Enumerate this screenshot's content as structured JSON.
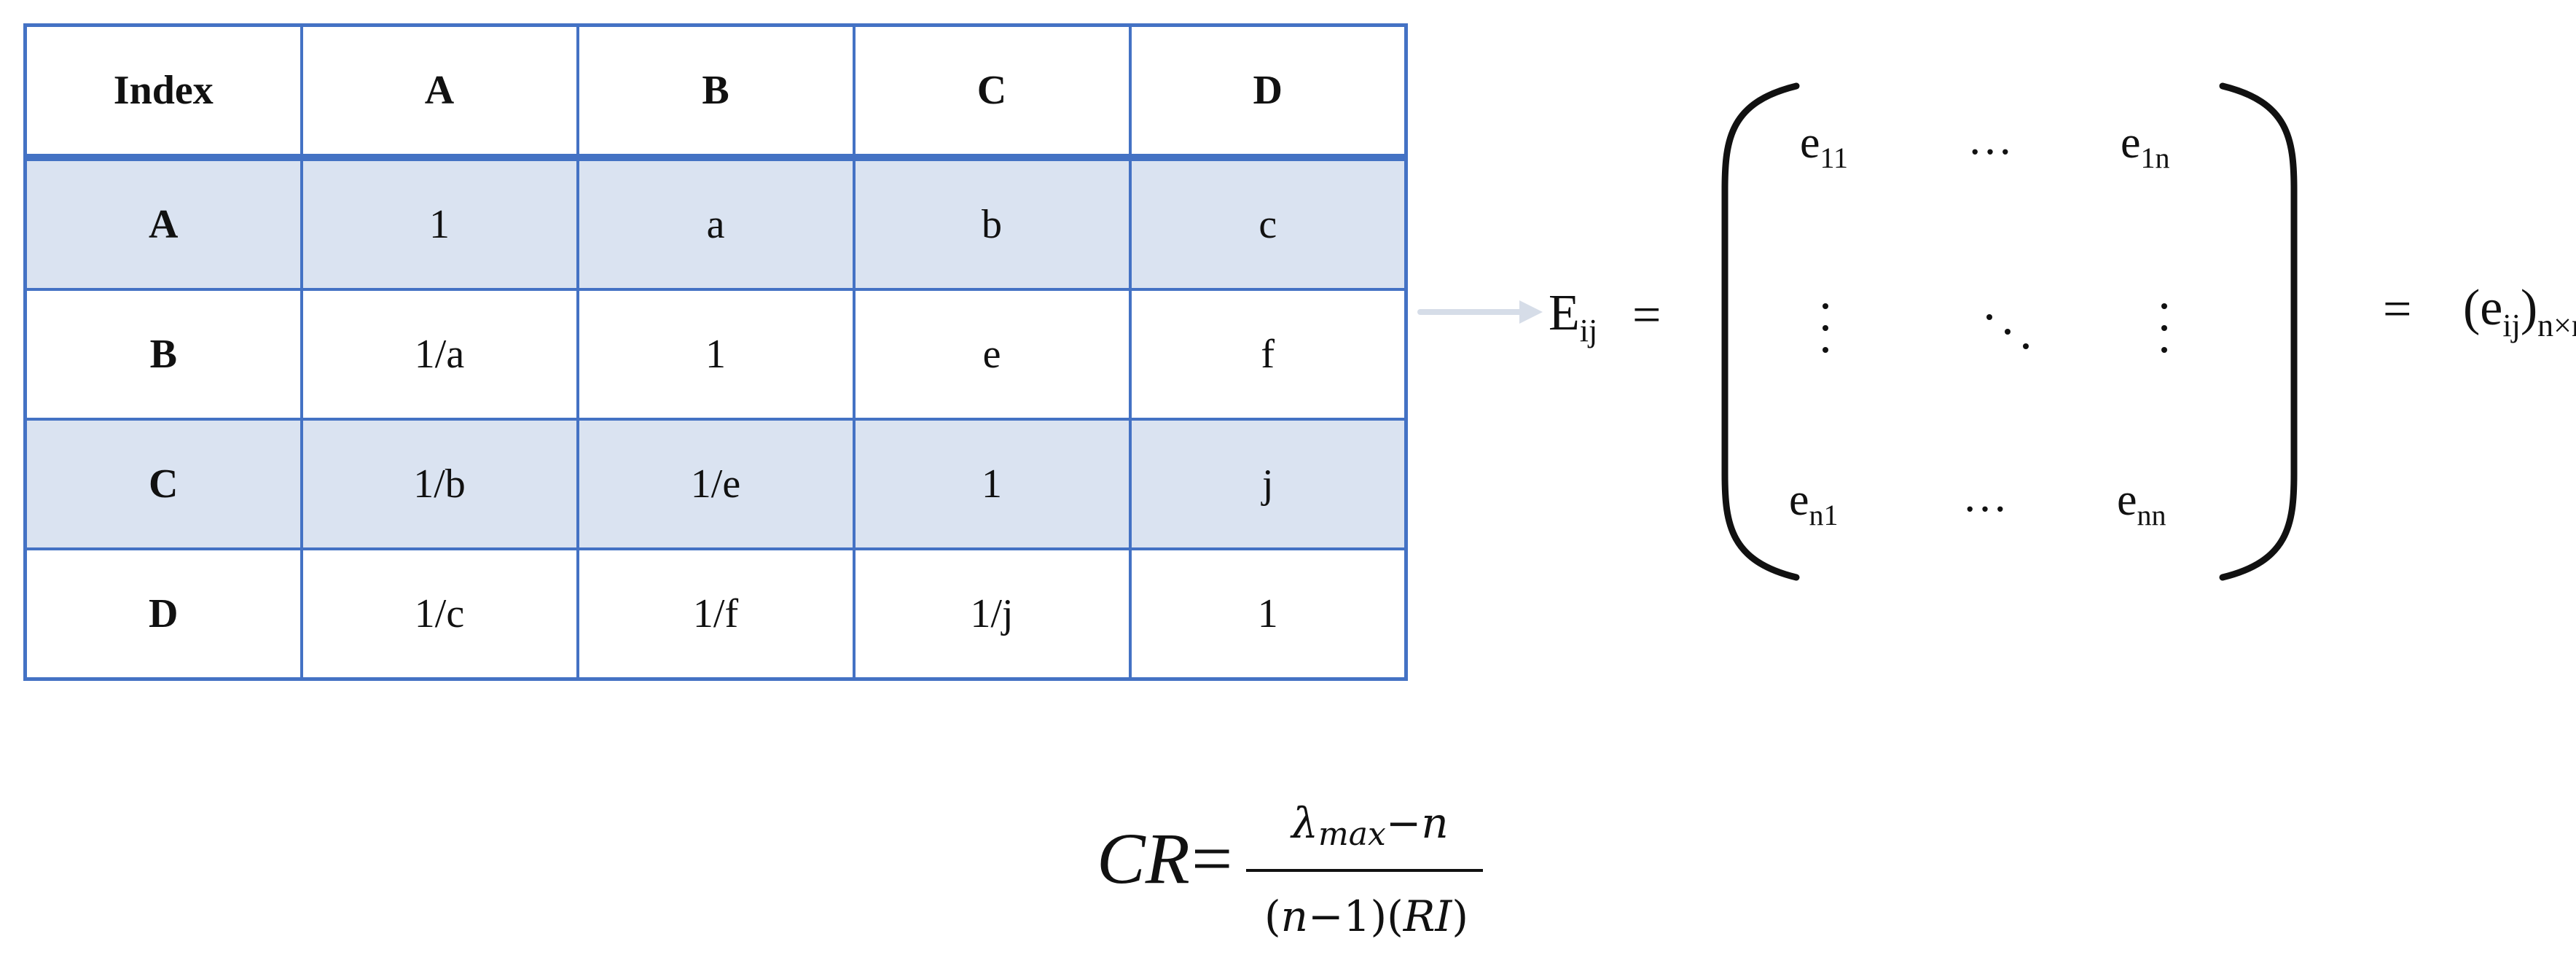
{
  "table": {
    "headers": [
      "Index",
      "A",
      "B",
      "C",
      "D"
    ],
    "rows": [
      {
        "label": "A",
        "values": [
          "1",
          "a",
          "b",
          "c"
        ]
      },
      {
        "label": "B",
        "values": [
          "1/a",
          "1",
          "e",
          "f"
        ]
      },
      {
        "label": "C",
        "values": [
          "1/b",
          "1/e",
          "1",
          "j"
        ]
      },
      {
        "label": "D",
        "values": [
          "1/c",
          "1/f",
          "1/j",
          "1"
        ]
      }
    ],
    "header_color": "#ffffff",
    "shaded_row_color": "#dae3f1",
    "border_color": "#4472c4"
  },
  "arrow": {
    "color": "#d6dde8",
    "icon": "right-arrow-icon"
  },
  "matrix_equation": {
    "lhs_base": "E",
    "lhs_sub": "ij",
    "equals": "=",
    "cells": {
      "top_left_base": "e",
      "top_left_sub": "11",
      "top_middle": "…",
      "top_right_base": "e",
      "top_right_sub": "1n",
      "bottom_left_base": "e",
      "bottom_left_sub": "n1",
      "bottom_middle": "…",
      "bottom_right_base": "e",
      "bottom_right_sub": "nn"
    },
    "rhs_base": "(e",
    "rhs_inner_sub": "ij",
    "rhs_close": ")",
    "rhs_sub": "n×n"
  },
  "cr_formula": {
    "lhs": "CR",
    "equals": "=",
    "numerator_lambda": "λ",
    "numerator_sub": "max",
    "numerator_rest": "−n",
    "denominator_part1": "(",
    "denominator_n": "n",
    "denominator_part2": "−1)(",
    "denominator_ri": "RI",
    "denominator_part3": ")"
  }
}
